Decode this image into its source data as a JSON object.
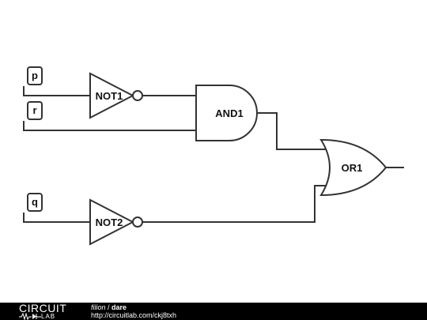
{
  "diagram": {
    "inputs": {
      "p": "p",
      "r": "r",
      "q": "q"
    },
    "gates": {
      "not1": "NOT1",
      "not2": "NOT2",
      "and1": "AND1",
      "or1": "OR1"
    }
  },
  "footer": {
    "logo_top": "CIRCUIT",
    "logo_bottom": "LAB",
    "author": "filion",
    "separator": " / ",
    "title": "dare",
    "url": "http://circuitlab.com/ckj8txh"
  },
  "colors": {
    "wire": "#333333",
    "footer_bg": "#000000"
  }
}
